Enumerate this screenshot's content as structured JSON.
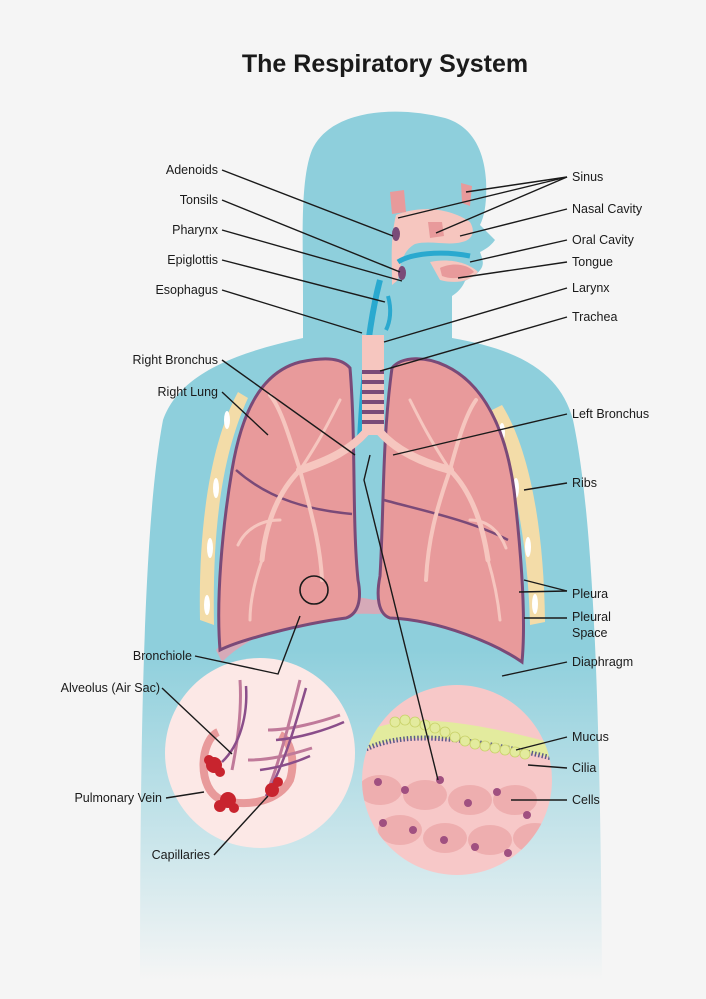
{
  "title": "The Respiratory System",
  "labels": {
    "adenoids": "Adenoids",
    "tonsils": "Tonsils",
    "pharynx": "Pharynx",
    "epiglottis": "Epiglottis",
    "esophagus": "Esophagus",
    "right_bronchus": "Right Bronchus",
    "right_lung": "Right Lung",
    "bronchiole": "Bronchiole",
    "alveolus": "Alveolus (Air Sac)",
    "pulmonary_vein": "Pulmonary Vein",
    "capillaries": "Capillaries",
    "sinus": "Sinus",
    "nasal_cavity": "Nasal Cavity",
    "oral_cavity": "Oral Cavity",
    "tongue": "Tongue",
    "larynx": "Larynx",
    "trachea": "Trachea",
    "left_bronchus": "Left Bronchus",
    "ribs": "Ribs",
    "pleura": "Pleura",
    "pleural_space_1": "Pleural",
    "pleural_space_2": "Space",
    "diaphragm": "Diaphragm",
    "mucus": "Mucus",
    "cilia": "Cilia",
    "cells": "Cells"
  },
  "colors": {
    "body": "#8ecfdc",
    "lung": "#e89a9b",
    "lung_outline": "#7a4a78",
    "airway": "#f6c6bf",
    "esophagus": "#2aa9cf",
    "ribs": "#f3dca8",
    "alveoli": "#c8242e",
    "mucus": "#e3eb9e"
  }
}
